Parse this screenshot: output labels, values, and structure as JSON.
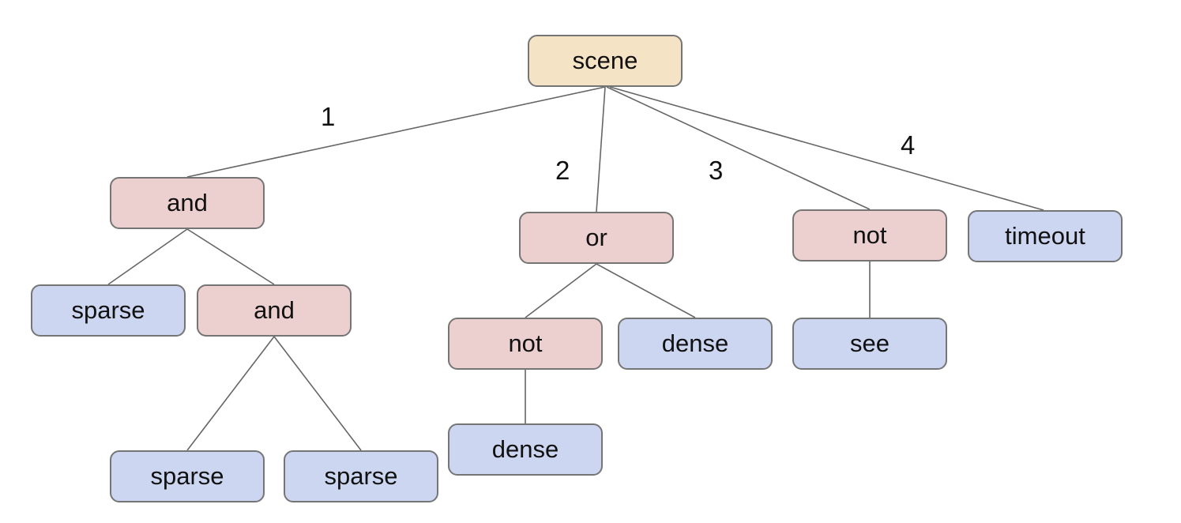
{
  "diagram": {
    "type": "tree",
    "title_hint": "behavior tree rooted at scene",
    "colors": {
      "root_fill": "#f5e3c5",
      "operator_fill": "#ecd0d0",
      "leaf_fill": "#ccd6f0",
      "node_border": "#757575",
      "edge_line": "#666666",
      "text": "#111111",
      "background": "#ffffff"
    },
    "edge_labels": [
      "1",
      "2",
      "3",
      "4"
    ],
    "nodes": [
      {
        "id": "scene",
        "label": "scene",
        "kind": "root"
      },
      {
        "id": "and-left",
        "label": "and",
        "kind": "operator"
      },
      {
        "id": "or-mid",
        "label": "or",
        "kind": "operator"
      },
      {
        "id": "not-right",
        "label": "not",
        "kind": "operator"
      },
      {
        "id": "timeout",
        "label": "timeout",
        "kind": "leaf"
      },
      {
        "id": "sparse-a",
        "label": "sparse",
        "kind": "leaf"
      },
      {
        "id": "and-inner",
        "label": "and",
        "kind": "operator"
      },
      {
        "id": "not-mid",
        "label": "not",
        "kind": "operator"
      },
      {
        "id": "dense-mid",
        "label": "dense",
        "kind": "leaf"
      },
      {
        "id": "see",
        "label": "see",
        "kind": "leaf"
      },
      {
        "id": "dense-bot",
        "label": "dense",
        "kind": "leaf"
      },
      {
        "id": "sparse-b1",
        "label": "sparse",
        "kind": "leaf"
      },
      {
        "id": "sparse-b2",
        "label": "sparse",
        "kind": "leaf"
      }
    ],
    "edges": [
      {
        "from": "scene",
        "to": "and-left",
        "label": "1"
      },
      {
        "from": "scene",
        "to": "or-mid",
        "label": "2"
      },
      {
        "from": "scene",
        "to": "not-right",
        "label": "3"
      },
      {
        "from": "scene",
        "to": "timeout",
        "label": "4"
      },
      {
        "from": "and-left",
        "to": "sparse-a",
        "label": ""
      },
      {
        "from": "and-left",
        "to": "and-inner",
        "label": ""
      },
      {
        "from": "and-inner",
        "to": "sparse-b1",
        "label": ""
      },
      {
        "from": "and-inner",
        "to": "sparse-b2",
        "label": ""
      },
      {
        "from": "or-mid",
        "to": "not-mid",
        "label": ""
      },
      {
        "from": "or-mid",
        "to": "dense-mid",
        "label": ""
      },
      {
        "from": "not-mid",
        "to": "dense-bot",
        "label": ""
      },
      {
        "from": "not-right",
        "to": "see",
        "label": ""
      }
    ],
    "tree": {
      "label": "scene",
      "children": [
        {
          "edge": "1",
          "label": "and",
          "children": [
            {
              "label": "sparse"
            },
            {
              "label": "and",
              "children": [
                {
                  "label": "sparse"
                },
                {
                  "label": "sparse"
                }
              ]
            }
          ]
        },
        {
          "edge": "2",
          "label": "or",
          "children": [
            {
              "label": "not",
              "children": [
                {
                  "label": "dense"
                }
              ]
            },
            {
              "label": "dense"
            }
          ]
        },
        {
          "edge": "3",
          "label": "not",
          "children": [
            {
              "label": "see"
            }
          ]
        },
        {
          "edge": "4",
          "label": "timeout"
        }
      ]
    }
  }
}
